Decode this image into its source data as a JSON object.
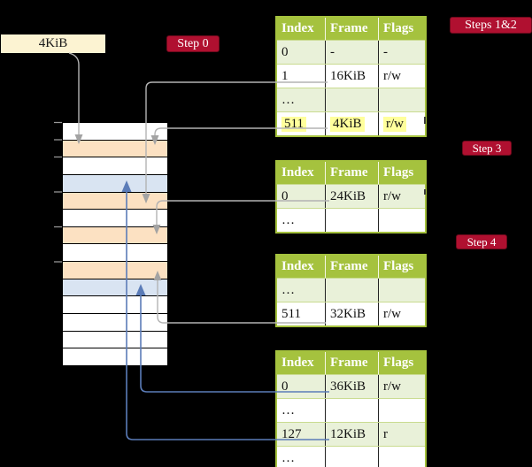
{
  "diagram_title": "page table walk diagram",
  "colors": {
    "background": "#000000",
    "badge_red": "#b01030",
    "table_header_green": "#a5c23e",
    "table_row_tint": "#e9f1d9",
    "memory_peach": "#fce1c2",
    "memory_blue": "#d9e4f2",
    "page_size_box_cream": "#fcf3d2",
    "highlight_yellow": "#ffff9c",
    "gray_connector": "#b3b3b3",
    "blue_connector": "#5b7cb8"
  },
  "page_size_box": {
    "label": "4KiB"
  },
  "badges": {
    "step0": "Step 0",
    "steps12": "Steps 1&2",
    "step3": "Step 3",
    "step4": "Step 4"
  },
  "memory_column": {
    "row_pattern": [
      "white",
      "peach",
      "white",
      "blue",
      "peach",
      "white",
      "peach",
      "white",
      "peach",
      "blue",
      "white",
      "white",
      "white",
      "white"
    ]
  },
  "tables": {
    "steps12": {
      "headers": [
        "Index",
        "Frame",
        "Flags"
      ],
      "rows": [
        {
          "index": "0",
          "frame": "-",
          "flags": "-"
        },
        {
          "index": "1",
          "frame": "16KiB",
          "flags": "r/w"
        },
        {
          "index": "…",
          "frame": "",
          "flags": ""
        },
        {
          "index": "511",
          "frame": "4KiB",
          "flags": "r/w"
        }
      ]
    },
    "step3": {
      "headers": [
        "Index",
        "Frame",
        "Flags"
      ],
      "rows": [
        {
          "index": "0",
          "frame": "24KiB",
          "flags": "r/w"
        },
        {
          "index": "…",
          "frame": "",
          "flags": ""
        }
      ]
    },
    "step4": {
      "headers": [
        "Index",
        "Frame",
        "Flags"
      ],
      "rows": [
        {
          "index": "…",
          "frame": "",
          "flags": ""
        },
        {
          "index": "511",
          "frame": "32KiB",
          "flags": "r/w"
        }
      ]
    },
    "final": {
      "headers": [
        "Index",
        "Frame",
        "Flags"
      ],
      "rows": [
        {
          "index": "0",
          "frame": "36KiB",
          "flags": "r/w"
        },
        {
          "index": "…",
          "frame": "",
          "flags": ""
        },
        {
          "index": "127",
          "frame": "12KiB",
          "flags": "r"
        },
        {
          "index": "…",
          "frame": "",
          "flags": ""
        }
      ]
    }
  }
}
